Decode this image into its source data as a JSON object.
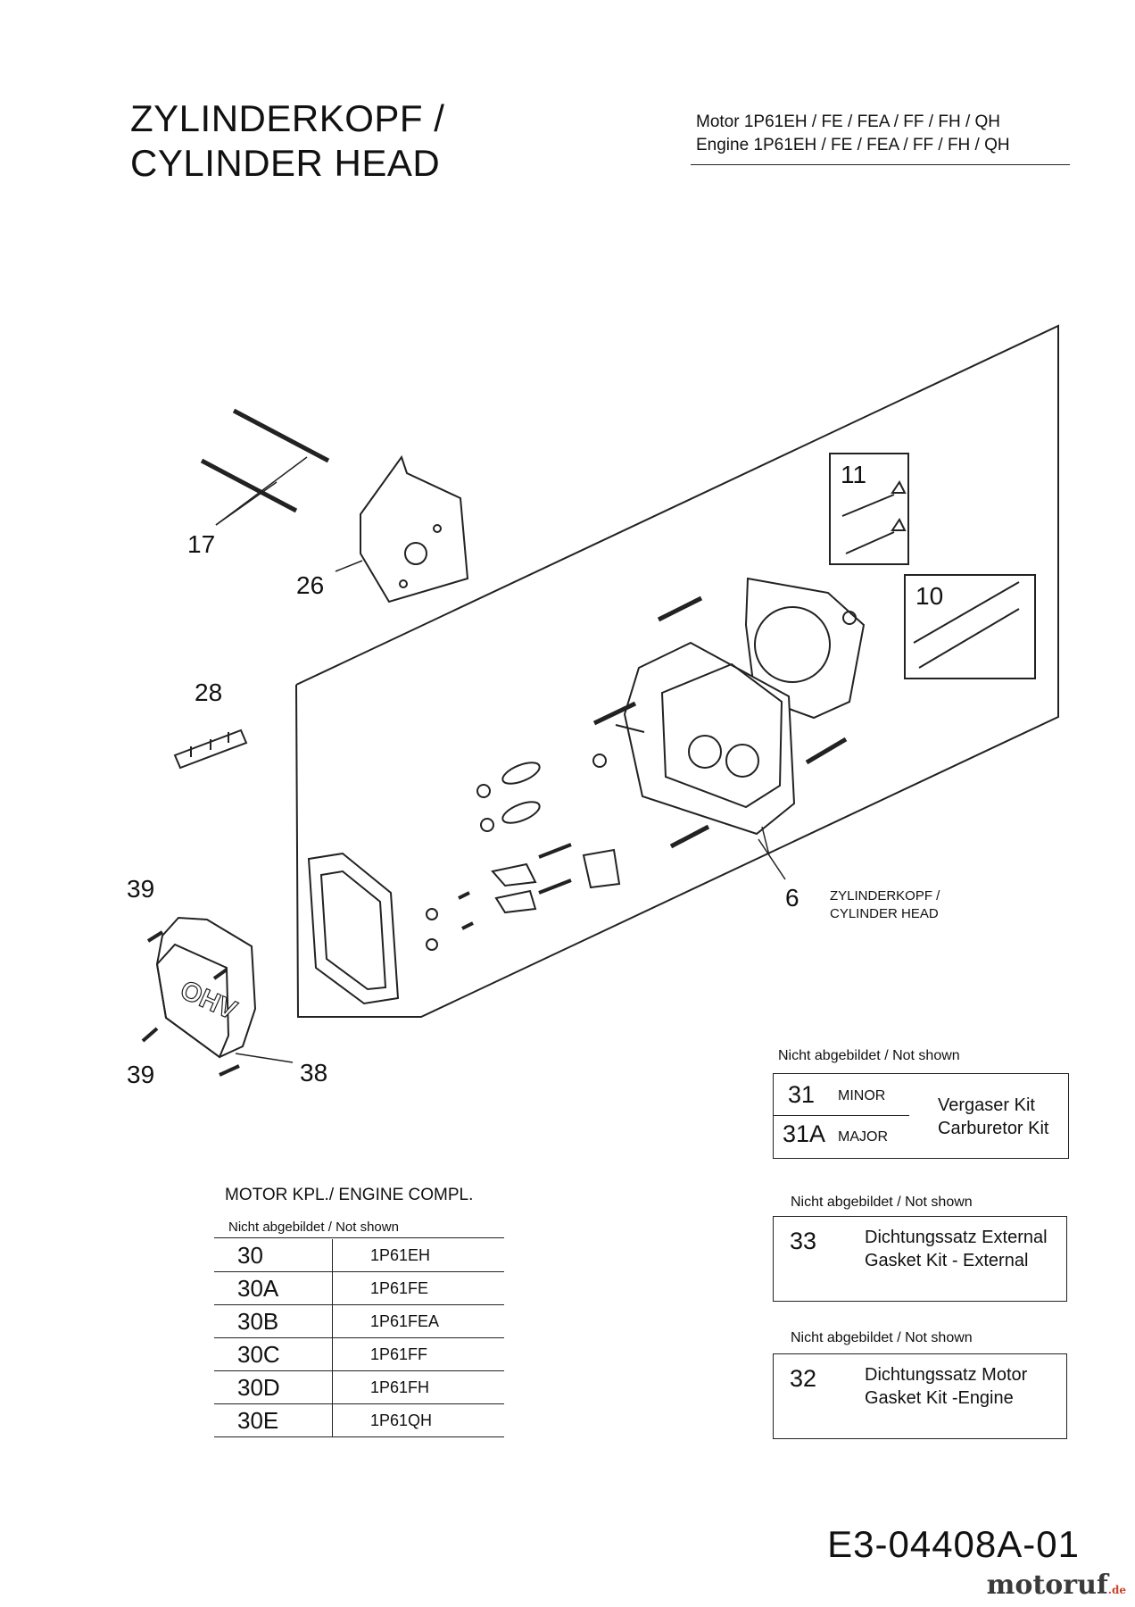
{
  "title": {
    "line1": "ZYLINDERKOPF /",
    "line2": "CYLINDER HEAD"
  },
  "engine_models": {
    "line1": "Motor 1P61EH / FE / FEA / FF / FH / QH",
    "line2": "Engine 1P61EH / FE / FEA / FF / FH / QH"
  },
  "callouts": {
    "c17": "17",
    "c26": "26",
    "c28": "28",
    "c11": "11",
    "c10": "10",
    "c6": "6",
    "c6_label1": "ZYLINDERKOPF /",
    "c6_label2": "CYLINDER HEAD",
    "c39a": "39",
    "c39b": "39",
    "c38": "38"
  },
  "valve_cover_emboss": "OHV",
  "carburetor_box": {
    "note": "Nicht abgebildet / Not shown",
    "row1_num": "31",
    "row1_tag": "MINOR",
    "row2_num": "31A",
    "row2_tag": "MAJOR",
    "desc1": "Vergaser Kit",
    "desc2": "Carburetor Kit"
  },
  "gasket_external_box": {
    "note": "Nicht abgebildet / Not shown",
    "num": "33",
    "desc1": "Dichtungssatz External",
    "desc2": "Gasket Kit - External"
  },
  "gasket_engine_box": {
    "note": "Nicht abgebildet / Not shown",
    "num": "32",
    "desc1": "Dichtungssatz Motor",
    "desc2": "Gasket Kit -Engine"
  },
  "engine_table": {
    "title": "MOTOR KPL./ ENGINE COMPL.",
    "note": "Nicht abgebildet / Not shown",
    "rows": [
      {
        "code": "30",
        "model": "1P61EH"
      },
      {
        "code": "30A",
        "model": "1P61FE"
      },
      {
        "code": "30B",
        "model": "1P61FEA"
      },
      {
        "code": "30C",
        "model": "1P61FF"
      },
      {
        "code": "30D",
        "model": "1P61FH"
      },
      {
        "code": "30E",
        "model": "1P61QH"
      }
    ]
  },
  "doc_id": "E3-04408A-01",
  "logo": {
    "name": "motoruf",
    "tld": ".de"
  }
}
